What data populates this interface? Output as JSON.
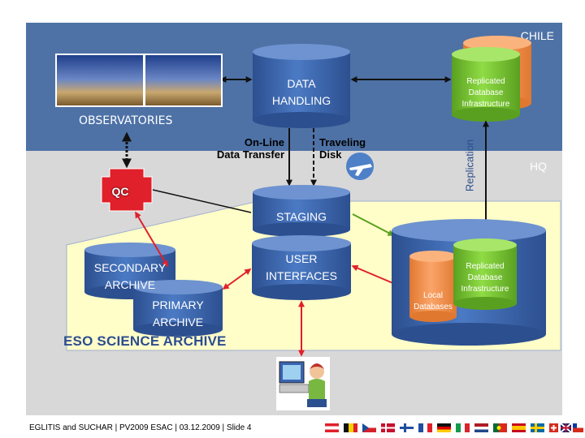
{
  "regions": {
    "chile": "CHILE",
    "hq": "HQ"
  },
  "observatories": {
    "label": "OBSERVATORIES"
  },
  "data_handling": {
    "line1": "DATA",
    "line2": "HANDLING"
  },
  "replicated_chile": {
    "line1": "Replicated",
    "line2": "Database",
    "line3": "Infrastructure"
  },
  "replication_label": "Replication",
  "online_transfer": {
    "line1": "On-Line",
    "line2": "Data Transfer"
  },
  "traveling_disk": {
    "line1": "Traveling",
    "line2": "Disk"
  },
  "qc": "QC",
  "staging": "STAGING",
  "user_interfaces": {
    "line1": "USER",
    "line2": "INTERFACES"
  },
  "secondary_archive": {
    "line1": "SECONDARY",
    "line2": "ARCHIVE"
  },
  "primary_archive": {
    "line1": "PRIMARY",
    "line2": "ARCHIVE"
  },
  "esa_label": "ESO SCIENCE ARCHIVE",
  "local_databases": {
    "line1": "Local",
    "line2": "Databases"
  },
  "replicated_hq": {
    "line1": "Replicated",
    "line2": "Database",
    "line3": "Infrastructure"
  },
  "footer": "EGLITIS and SUCHAR | PV2009 ESAC | 03.12.2009 | Slide 4",
  "colors": {
    "chile_bg": "#4e72a6",
    "hq_bg": "#d8d8d8",
    "esa_bg": "#fffdc8",
    "cylinder_blue": "#3b66b0",
    "cylinder_green": "#7ccc33",
    "cylinder_orange": "#f5924a",
    "arrow_red": "#e0202a",
    "arrow_black": "#111111"
  },
  "flags": [
    "austria-flag",
    "belgium-flag",
    "czech-flag",
    "denmark-flag",
    "finland-flag",
    "france-flag",
    "germany-flag",
    "italy-flag",
    "netherlands-flag",
    "portugal-flag",
    "spain-flag",
    "sweden-flag",
    "switzerland-flag",
    "uk-flag",
    "chile-flag"
  ]
}
